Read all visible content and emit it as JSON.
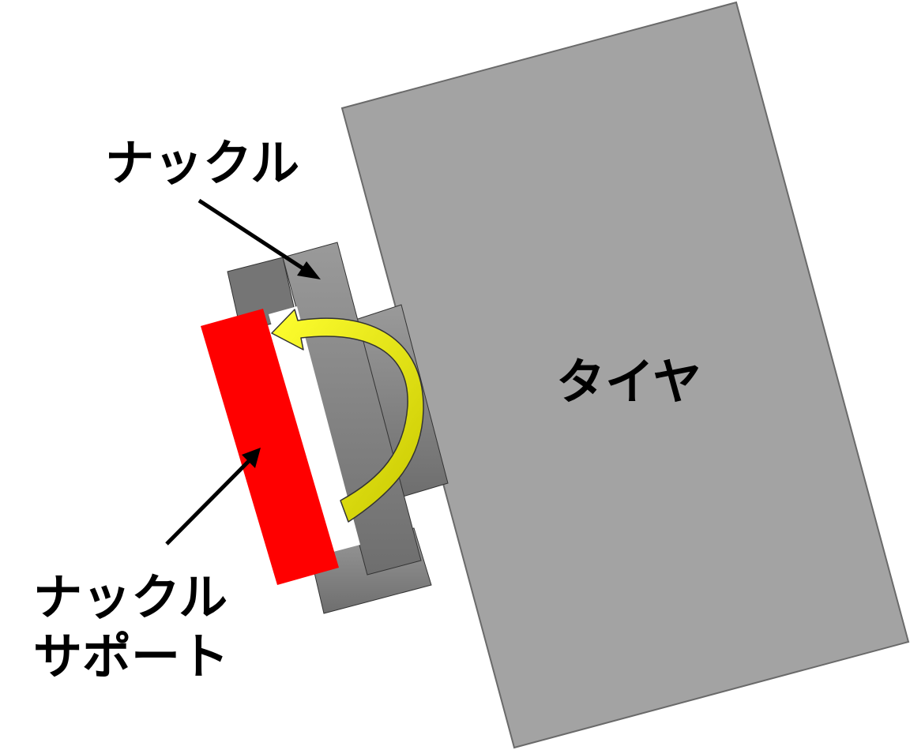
{
  "labels": {
    "knuckle": "ナックル",
    "tire": "タイヤ",
    "knuckle_support_line1": "ナックル",
    "knuckle_support_line2": "サポート"
  },
  "colors": {
    "tire": "#a3a3a3",
    "knuckle_dark": "#757575",
    "knuckle_gradient_light": "#9a9a9a",
    "knuckle_gradient_dark": "#6e6e6e",
    "knuckle_support": "#ff0000",
    "rotation_arrow": "#f0f000",
    "arrow_line": "#000000"
  }
}
